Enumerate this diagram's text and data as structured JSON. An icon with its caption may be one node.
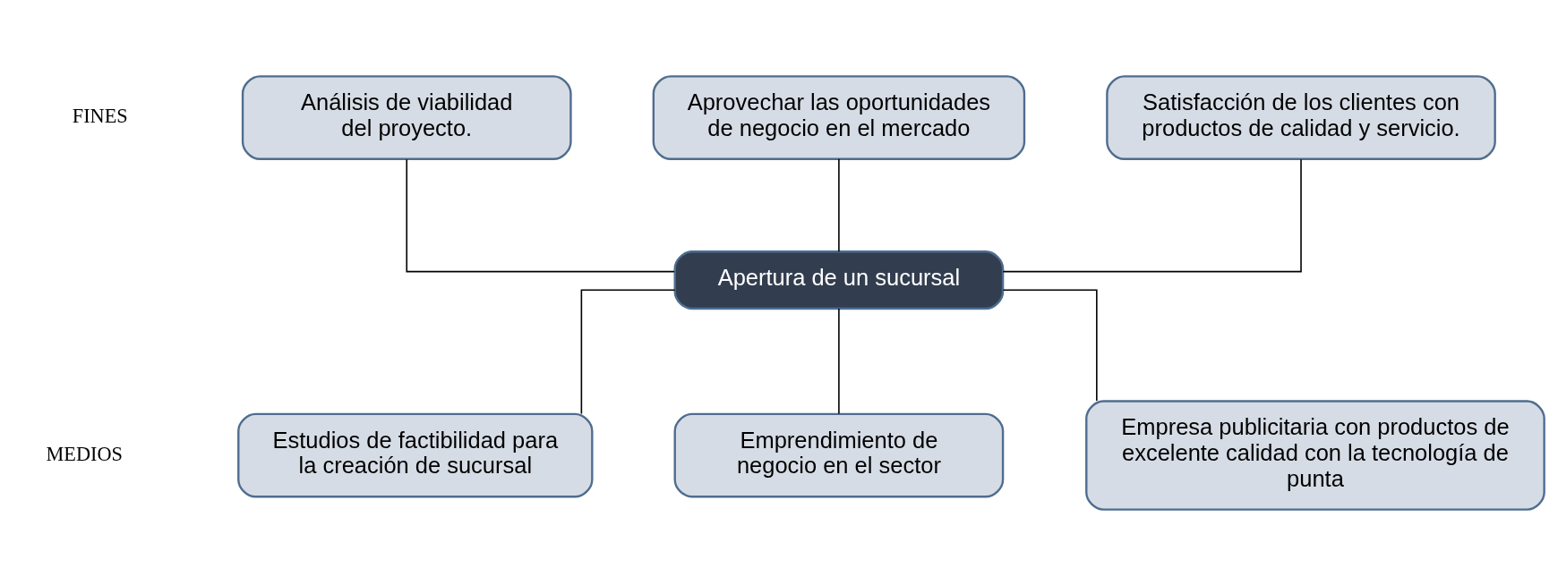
{
  "diagram": {
    "nodes": [
      {
        "text": [
          "Análisis de viabilidad del proyecto."
        ]
      },
      {
        "text": [
          "Aprovechar las oportunidades de negocio en el mercado"
        ]
      },
      {
        "text": [
          "Satisfacción de los clientes con productos de calidad y servicio."
        ]
      },
      {
        "text": [
          "Apertura de un sucursal"
        ]
      },
      {
        "text": [
          "Estudios de factibilidad para la creación de sucursal"
        ]
      },
      {
        "text": [
          "Emprendimiento de negocio en el sector"
        ]
      },
      {
        "text": [
          "Empresa publicitaria con productos de excelente calidad con la tecnología de punta"
        ]
      }
    ],
    "edges": [
      {
        "from": 0,
        "to": 3,
        "arrow": "none"
      },
      {
        "from": 1,
        "to": 3,
        "arrow": "none"
      },
      {
        "from": 2,
        "to": 3,
        "arrow": "none"
      },
      {
        "from": 3,
        "to": 4,
        "arrow": "none"
      },
      {
        "from": 3,
        "to": 5,
        "arrow": "none"
      },
      {
        "from": 3,
        "to": 6,
        "arrow": "none"
      }
    ],
    "labels": [
      "FINES",
      "MEDIOS"
    ]
  }
}
